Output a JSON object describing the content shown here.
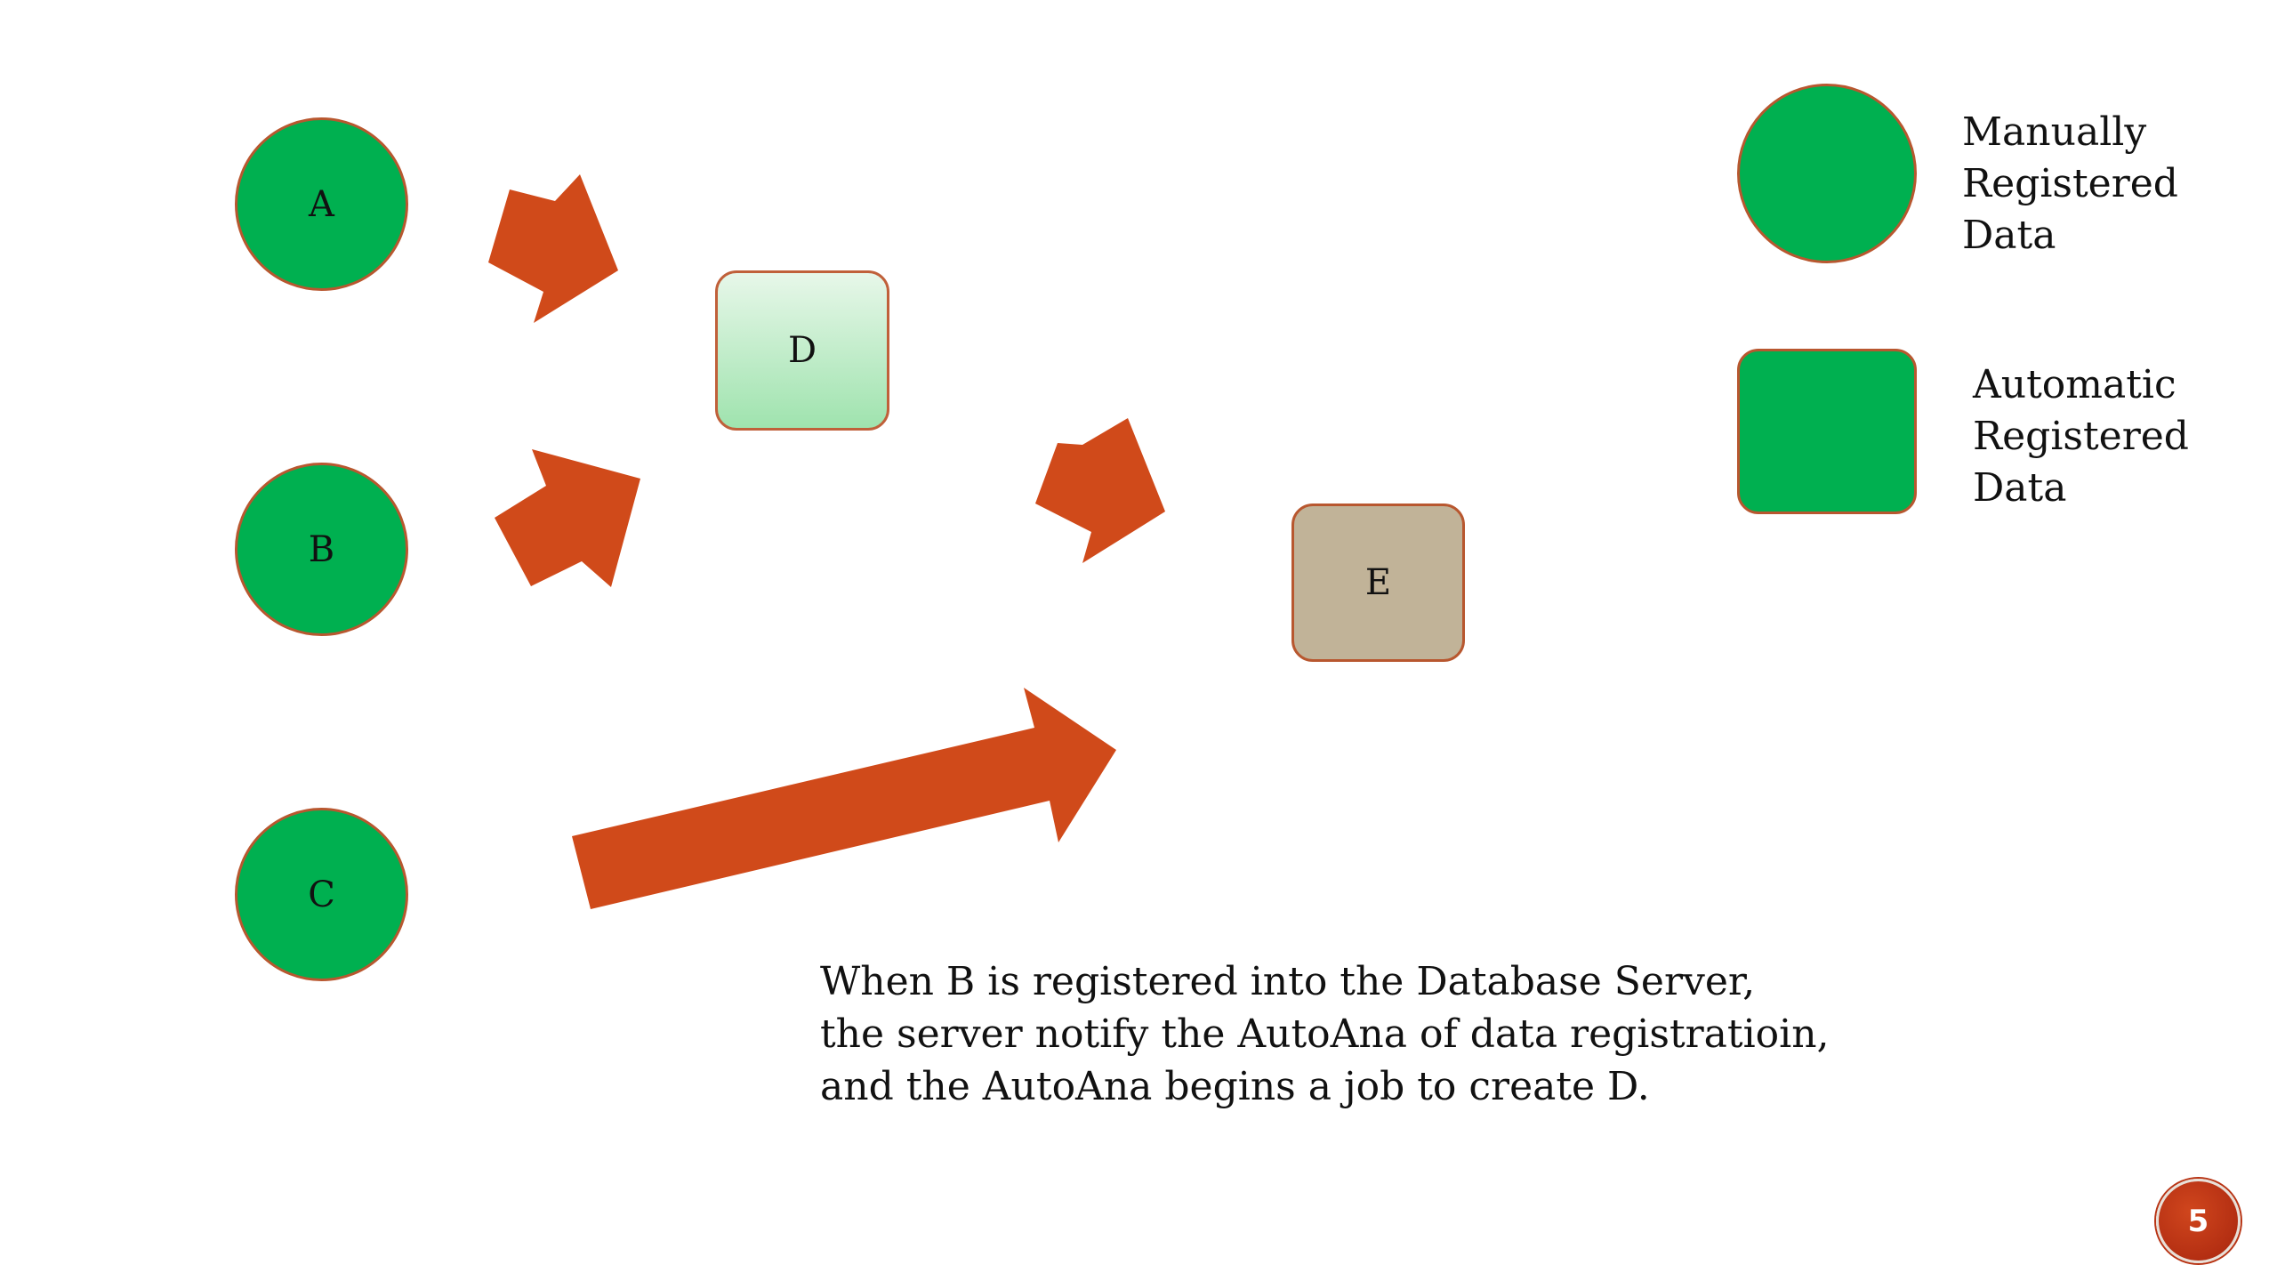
{
  "nodes": {
    "a": "A",
    "b": "B",
    "c": "C",
    "d": "D",
    "e": "E"
  },
  "legend": {
    "manual": [
      "Manually",
      "Registered",
      "Data"
    ],
    "automatic": [
      "Automatic",
      "Registered",
      "Data"
    ]
  },
  "caption": [
    "When B is registered into the Database Server,",
    "the server notify the AutoAna of data registratioin,",
    "and the AutoAna begins a job to create D."
  ],
  "page_number": "5",
  "colors": {
    "manual_node": "#00b050",
    "auto_node_d": "#b8ecc2",
    "auto_node_e": "#c1b398",
    "arrow": "#d04a1a",
    "node_border": "#b8572f"
  }
}
